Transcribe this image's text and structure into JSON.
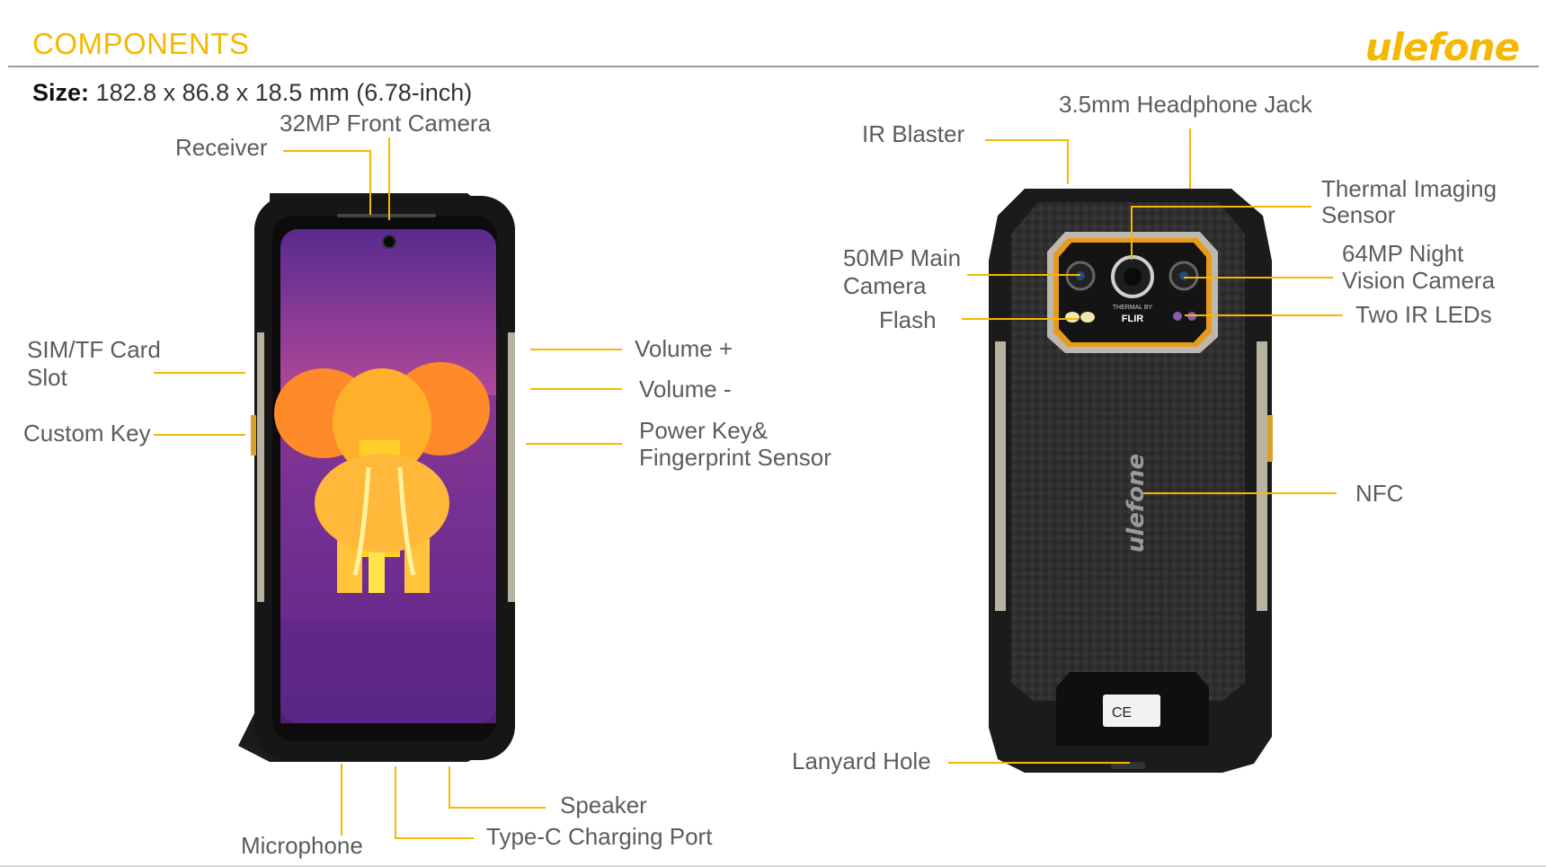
{
  "header": {
    "title": "COMPONENTS",
    "brand": "ulefone"
  },
  "size": {
    "label": "Size:",
    "value": "182.8 x 86.8 x 18.5 mm (6.78-inch)"
  },
  "front_labels": {
    "front_camera": "32MP Front Camera",
    "receiver": "Receiver",
    "sim_slot_line1": "SIM/TF Card",
    "sim_slot_line2": "Slot",
    "custom_key": "Custom Key",
    "volume_up": "Volume +",
    "volume_down": "Volume -",
    "power_line1": "Power Key&",
    "power_line2": "Fingerprint Sensor",
    "speaker": "Speaker",
    "type_c": "Type-C Charging Port",
    "microphone": "Microphone"
  },
  "back_labels": {
    "headphone": "3.5mm Headphone Jack",
    "ir_blaster": "IR Blaster",
    "thermal_line1": "Thermal Imaging",
    "thermal_line2": "Sensor",
    "main_cam_line1": "50MP Main",
    "main_cam_line2": "Camera",
    "night_cam_line1": "64MP Night",
    "night_cam_line2": "Vision Camera",
    "flash": "Flash",
    "ir_leds": "Two IR LEDs",
    "nfc": "NFC",
    "lanyard": "Lanyard Hole"
  },
  "phone_back": {
    "thermal_badge_line1": "THERMAL BY",
    "thermal_badge_line2": "FLIR",
    "back_logo": "ulefone",
    "cert_marks": "CE"
  },
  "colors": {
    "accent": "#f5b800",
    "label_text": "#5c5c5c",
    "rule": "#9b9b9b",
    "phone_body": "#1a1a1a"
  }
}
